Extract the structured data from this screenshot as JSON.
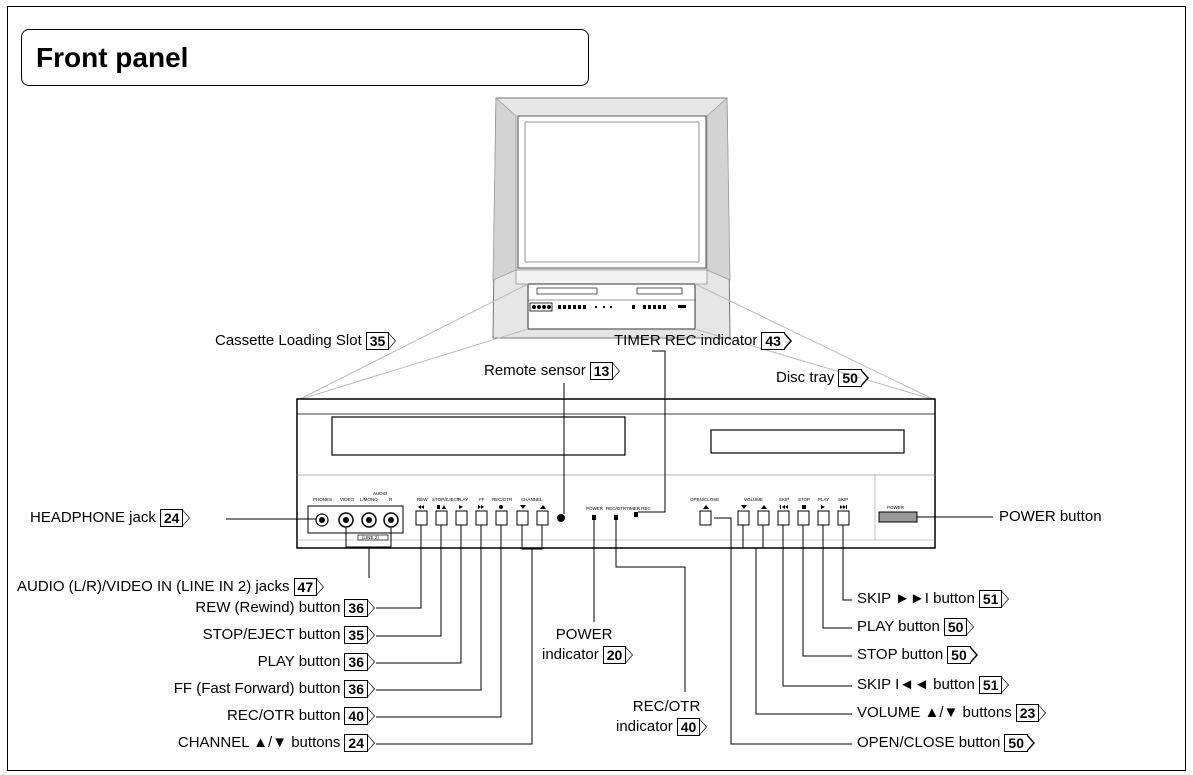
{
  "title": "Front panel",
  "labels": {
    "cassette_slot": "Cassette Loading Slot",
    "cassette_slot_page": "35",
    "remote_sensor": "Remote sensor",
    "remote_sensor_page": "13",
    "timer_rec": "TIMER REC indicator",
    "timer_rec_page": "43",
    "disc_tray": "Disc tray",
    "disc_tray_page": "50",
    "headphone": "HEADPHONE jack",
    "headphone_page": "24",
    "power_button": "POWER button",
    "audio_video_in": "AUDIO (L/R)/VIDEO IN (LINE IN 2) jacks",
    "audio_video_in_page": "47",
    "rew": "REW (Rewind) button",
    "rew_page": "36",
    "stop_eject": "STOP/EJECT button",
    "stop_eject_page": "35",
    "play_vcr": "PLAY button",
    "play_vcr_page": "36",
    "ff": "FF (Fast Forward) button",
    "ff_page": "36",
    "rec_otr": "REC/OTR button",
    "rec_otr_page": "40",
    "channel": "CHANNEL ▲/▼ buttons",
    "channel_page": "24",
    "power_indicator_1": "POWER",
    "power_indicator_2": "indicator",
    "power_indicator_page": "20",
    "rec_otr_indicator_1": "REC/OTR",
    "rec_otr_indicator_2": "indicator",
    "rec_otr_indicator_page": "40",
    "skip_fwd": "SKIP ►►I button",
    "skip_fwd_page": "51",
    "play_dvd": "PLAY button",
    "play_dvd_page": "50",
    "stop_dvd": "STOP button",
    "stop_dvd_page": "50",
    "skip_back": "SKIP I◄◄ button",
    "skip_back_page": "51",
    "volume": "VOLUME ▲/▼ buttons",
    "volume_page": "23",
    "open_close": "OPEN/CLOSE button",
    "open_close_page": "50"
  },
  "panel_text": {
    "phones": "PHONES",
    "video": "VIDEO",
    "audio": "AUDIO",
    "lmono": "L/MONO",
    "r": "R",
    "line2": "(LINE 2)",
    "rew": "REW",
    "stop_eject": "STOP/EJECT",
    "play": "PLAY",
    "ff": "FF",
    "rec_otr": "REC/OTR",
    "channel": "CHANNEL",
    "power_ind": "POWER",
    "rec_otr_ind": "REC/OTR",
    "timer_rec": "TIMER REC",
    "open_close": "OPEN/CLOSE",
    "volume": "VOLUME",
    "skip1": "SKIP",
    "stop": "STOP",
    "play2": "PLAY",
    "skip2": "SKIP",
    "power": "POWER"
  }
}
